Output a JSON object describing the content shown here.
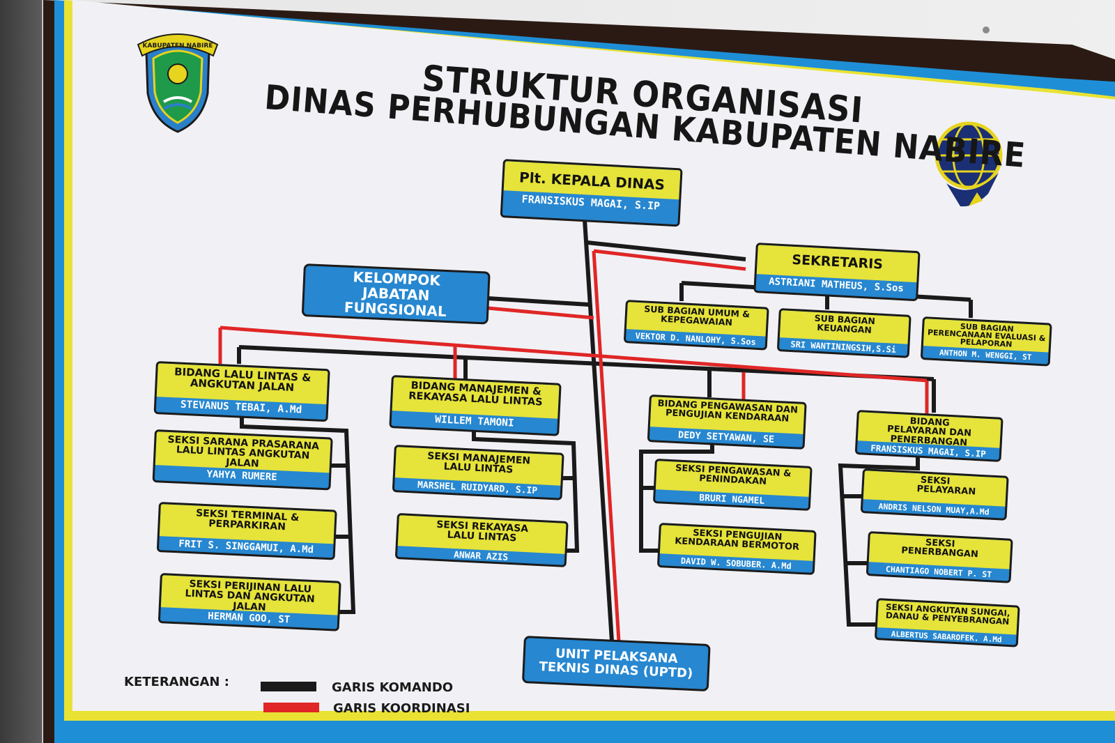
{
  "title": {
    "line1": "STRUKTUR ORGANISASI",
    "line2": "DINAS PERHUBUNGAN KABUPATEN NABIRE"
  },
  "logo_left": {
    "icon": "kabupaten-nabire-crest-icon",
    "banner_text": "KABUPATEN NABIRE"
  },
  "logo_right": {
    "icon": "ministry-of-transport-emblem-icon"
  },
  "nodes": {
    "kepala": {
      "role": "Plt. KEPALA DINAS",
      "name": "FRANSISKUS MAGAI, S.IP"
    },
    "sekretaris": {
      "role": "SEKRETARIS",
      "name": "ASTRIANI MATHEUS, S.Sos"
    },
    "kelompok": {
      "role": "KELOMPOK JABATAN FUNGSIONAL"
    },
    "sub_umum": {
      "role": "SUB BAGIAN UMUM & KEPEGAWAIAN",
      "name": "VEKTOR D. NANLOHY, S.Sos"
    },
    "sub_keuangan": {
      "role": "SUB BAGIAN KEUANGAN",
      "name": "SRI WANTININGSIH,S.Si"
    },
    "sub_perencanaan": {
      "role": "SUB BAGIAN PERENCANAAN EVALUASI & PELAPORAN",
      "name": "ANTHON M. WENGGI, ST"
    },
    "bidang_llaj": {
      "role": "BIDANG LALU LINTAS & ANGKUTAN JALAN",
      "name": "STEVANUS TEBAI, A.Md"
    },
    "bidang_manajemen": {
      "role": "BIDANG MANAJEMEN & REKAYASA LALU LINTAS",
      "name": "WILLEM TAMONI"
    },
    "bidang_pengawasan": {
      "role": "BIDANG PENGAWASAN DAN PENGUJIAN KENDARAAN",
      "name": "DEDY SETYAWAN, SE"
    },
    "bidang_pelayaran": {
      "role": "BIDANG PELAYARAN DAN PENERBANGAN",
      "name": "FRANSISKUS MAGAI, S.IP"
    },
    "seksi_sarana": {
      "role": "SEKSI SARANA PRASARANA LALU LINTAS ANGKUTAN JALAN",
      "name": "YAHYA RUMERE"
    },
    "seksi_terminal": {
      "role": "SEKSI TERMINAL & PERPARKIRAN",
      "name": "FRIT S. SINGGAMUI, A.Md"
    },
    "seksi_perijinan": {
      "role": "SEKSI PERIJINAN LALU LINTAS DAN ANGKUTAN JALAN",
      "name": "HERMAN GOO, ST"
    },
    "seksi_manajemen": {
      "role": "SEKSI MANAJEMEN LALU LINTAS",
      "name": "MARSHEL RUIDYARD, S.IP"
    },
    "seksi_rekayasa": {
      "role": "SEKSI REKAYASA LALU LINTAS",
      "name": "ANWAR AZIS"
    },
    "seksi_pengawasan": {
      "role": "SEKSI PENGAWASAN & PENINDAKAN",
      "name": "BRURI NGAMEL"
    },
    "seksi_pengujian": {
      "role": "SEKSI PENGUJIAN KENDARAAN BERMOTOR",
      "name": "DAVID W. SOBUBER. A.Md"
    },
    "seksi_pelayaran": {
      "role": "SEKSI PELAYARAN",
      "name": "ANDRIS NELSON MUAY,A.Md"
    },
    "seksi_penerbangan": {
      "role": "SEKSI PENERBANGAN",
      "name": "CHANTIAGO NOBERT P. ST"
    },
    "seksi_angkutan_sungai": {
      "role": "SEKSI ANGKUTAN SUNGAI, DANAU & PENYEBRANGAN",
      "name": "ALBERTUS SABAROFEK. A.Md"
    },
    "uptd": {
      "role": "UNIT PELAKSANA TEKNIS DINAS (UPTD)"
    }
  },
  "legend": {
    "heading": "KETERANGAN :",
    "items": [
      {
        "label": "GARIS KOMANDO",
        "color": "#1a1a1a"
      },
      {
        "label": "GARIS KOORDINASI",
        "color": "#e02626"
      }
    ]
  },
  "colors": {
    "name_band": "#e6e33a",
    "person_band": "#2787d0",
    "frame_blue": "#1e8fd6",
    "frame_yellow": "#e9e233"
  }
}
